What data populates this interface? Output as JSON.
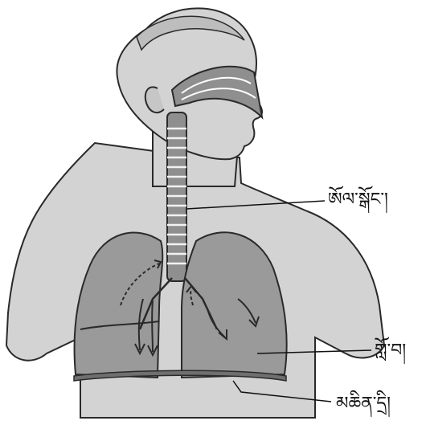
{
  "diagram": {
    "labels": {
      "trachea": "ཨོལ་སྒོང་།",
      "lungs": "གློ་བ།",
      "diaphragm": "མཆིན་དྲི།"
    },
    "colors": {
      "body_fill": "#d3d3d3",
      "lung_fill": "#9a9a9a",
      "outline": "#2a2a2a",
      "background": "#ffffff"
    }
  }
}
